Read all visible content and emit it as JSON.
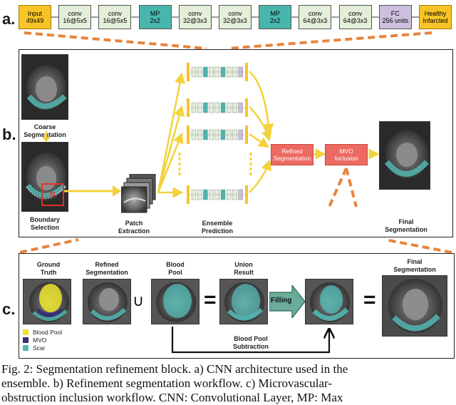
{
  "section_labels": {
    "a": "a.",
    "b": "b.",
    "c": "c."
  },
  "colors": {
    "yellow": "#f7c427",
    "conv": "#e3efd9",
    "mp": "#49b6ad",
    "fc": "#cdbfde",
    "red_box": "#ec6a62",
    "arrow_yellow": "#f3d23a",
    "arrow_orange": "#e8833d",
    "teal_arrow": "#6aab99",
    "legend_blood_pool": "#ece42c",
    "legend_mvo": "#34307a",
    "legend_scar": "#53b7b2"
  },
  "cnn": {
    "blocks": [
      {
        "line1": "Input",
        "line2": "49x49",
        "type": "input"
      },
      {
        "line1": "conv",
        "line2": "16@5x5",
        "type": "conv"
      },
      {
        "line1": "conv",
        "line2": "16@5x5",
        "type": "conv"
      },
      {
        "line1": "MP",
        "line2": "2x2",
        "type": "mp"
      },
      {
        "line1": "conv",
        "line2": "32@3x3",
        "type": "conv"
      },
      {
        "line1": "conv",
        "line2": "32@3x3",
        "type": "conv"
      },
      {
        "line1": "MP",
        "line2": "2x2",
        "type": "mp"
      },
      {
        "line1": "conv",
        "line2": "64@3x3",
        "type": "conv"
      },
      {
        "line1": "conv",
        "line2": "64@3x3",
        "type": "conv"
      },
      {
        "line1": "FC",
        "line2": "256 units",
        "type": "fc"
      },
      {
        "line1": "Healthy",
        "line2": "Infarcted",
        "type": "output"
      }
    ]
  },
  "workflow": {
    "coarse_segmentation": "Coarse Segmentation",
    "boundary_selection": [
      "Boundary",
      "Selection"
    ],
    "patch_extraction": [
      "Patch",
      "Extraction"
    ],
    "ensemble_prediction": [
      "Ensemble",
      "Prediction"
    ],
    "refined_segmentation": [
      "Refined",
      "Segmentation"
    ],
    "mvo_inclusion": [
      "MVO",
      "Inclusion"
    ],
    "final_segmentation": [
      "Final",
      "Segmentation"
    ]
  },
  "mvo_panel": {
    "ground_truth": [
      "Ground",
      "Truth"
    ],
    "refined_segmentation": [
      "Refined",
      "Segmentation"
    ],
    "blood_pool": [
      "Blood",
      "Pool"
    ],
    "union_result": [
      "Union",
      "Result"
    ],
    "final_segmentation": [
      "Final",
      "Segmentation"
    ],
    "union_symbol": "∪",
    "equals_symbol": "=",
    "filling": "Filling",
    "blood_pool_subtraction": [
      "Blood Pool",
      "Subtraction"
    ],
    "legend": [
      {
        "label": "Blood Pool",
        "color": "#ece42c"
      },
      {
        "label": "MVO",
        "color": "#34307a"
      },
      {
        "label": "Scar",
        "color": "#53b7b2"
      }
    ]
  },
  "caption": {
    "line1": "Fig. 2: Segmentation refinement block. a) CNN architecture used in the",
    "line2": "ensemble. b) Refinement segmentation workflow. c) Microvascular-",
    "line3": "obstruction inclusion workflow. CNN: Convolutional Layer, MP: Max"
  }
}
